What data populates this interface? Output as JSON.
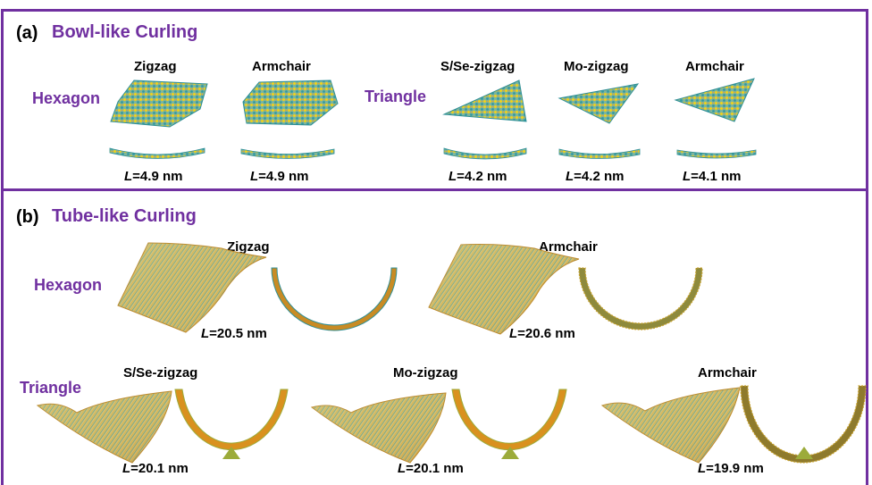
{
  "panel_a": {
    "letter": "(a)",
    "title": "Bowl-like Curling",
    "hexagon_label": "Hexagon",
    "triangle_label": "Triangle",
    "structures": [
      {
        "name": "Zigzag",
        "length": "=4.9 nm"
      },
      {
        "name": "Armchair",
        "length": "=4.9 nm"
      },
      {
        "name": "S/Se-zigzag",
        "length": "=4.2 nm"
      },
      {
        "name": "Mo-zigzag",
        "length": "=4.2 nm"
      },
      {
        "name": "Armchair",
        "length": "=4.1 nm"
      }
    ]
  },
  "panel_b": {
    "letter": "(b)",
    "title": "Tube-like Curling",
    "hexagon_label": "Hexagon",
    "triangle_label": "Triangle",
    "structures": [
      {
        "name": "Zigzag",
        "length": "=20.5 nm"
      },
      {
        "name": "Armchair",
        "length": "=20.6 nm"
      },
      {
        "name": "S/Se-zigzag",
        "length": "=20.1 nm"
      },
      {
        "name": "Mo-zigzag",
        "length": "=20.1 nm"
      },
      {
        "name": "Armchair",
        "length": "=19.9 nm"
      }
    ]
  },
  "length_symbol": "L",
  "colors": {
    "frame": "#7030a0",
    "title": "#7030a0",
    "atom_yellow": "#f1d21a",
    "atom_teal": "#3aa0a6",
    "atom_orange": "#d98a1e",
    "atom_green": "#8bb24a"
  }
}
